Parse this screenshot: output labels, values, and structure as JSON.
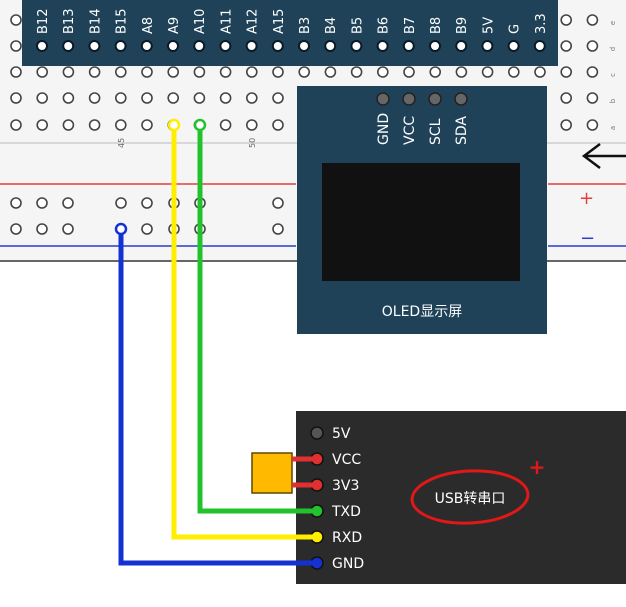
{
  "mcu": {
    "pins": [
      "B12",
      "B13",
      "B14",
      "B15",
      "A8",
      "A9",
      "A10",
      "A11",
      "A12",
      "A15",
      "B3",
      "B4",
      "B5",
      "B6",
      "B7",
      "B8",
      "B9",
      "5V",
      "G",
      "3.3"
    ]
  },
  "breadboard": {
    "row_letters": [
      "e",
      "d",
      "c",
      "b",
      "a"
    ],
    "col_numbers": [
      "45",
      "50"
    ],
    "rail_plus": "+",
    "rail_minus": "−"
  },
  "oled": {
    "label": "OLED显示屏",
    "pins": [
      "GND",
      "VCC",
      "SCL",
      "SDA"
    ]
  },
  "usb": {
    "label": "USB转串口",
    "plus_mark": "+",
    "pins": [
      "5V",
      "VCC",
      "3V3",
      "TXD",
      "RXD",
      "GND"
    ]
  },
  "colors": {
    "board": "#1f4259",
    "usb_body": "#2b2b2b",
    "wire_yellow": "#ffee00",
    "wire_green": "#22c22c",
    "wire_blue": "#1432d2",
    "rail_red": "#e04040",
    "rail_blue": "#2a3cc8",
    "jumper": "#ffba00",
    "annotation_red": "#e01818"
  }
}
